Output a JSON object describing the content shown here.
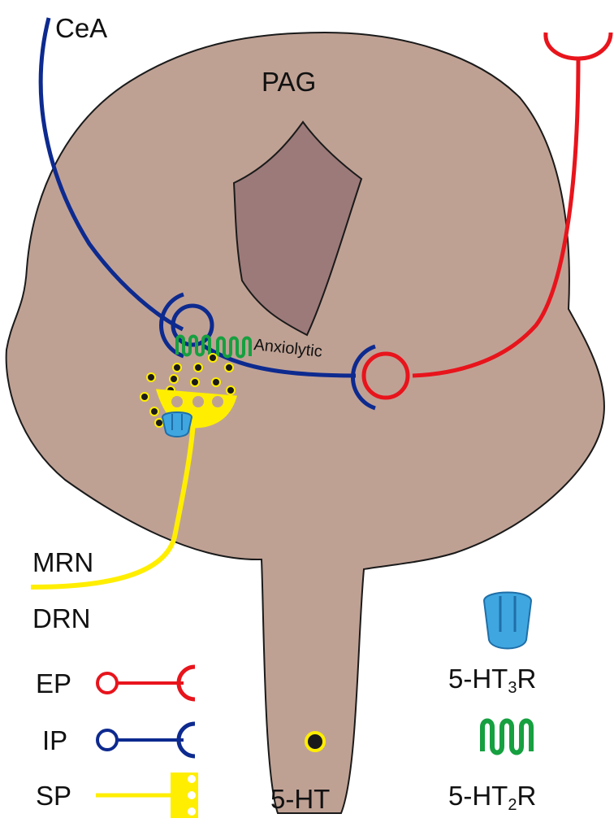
{
  "labels": {
    "cea": "CeA",
    "pag": "PAG",
    "anxiolytic": "Anxiolytic",
    "mrn": "MRN",
    "drn": "DRN"
  },
  "legend": {
    "ep": "EP",
    "ip": "IP",
    "sp": "SP",
    "serotonin": "5-HT",
    "ht3r": {
      "prefix": "5-HT",
      "sub": "3",
      "suffix": "R"
    },
    "ht2r": {
      "prefix": "5-HT",
      "sub": "2",
      "suffix": "R"
    }
  },
  "colors": {
    "brain_fill": "#bfa194",
    "aqueduct_fill": "#9c7a79",
    "excitatory": "#e8141c",
    "inhibitory": "#0d2a8f",
    "serotonergic": "#ffee00",
    "ht3_receptor": "#3fa6e0",
    "ht2_receptor": "#16a040",
    "vesicle": "#1a1a1a"
  }
}
